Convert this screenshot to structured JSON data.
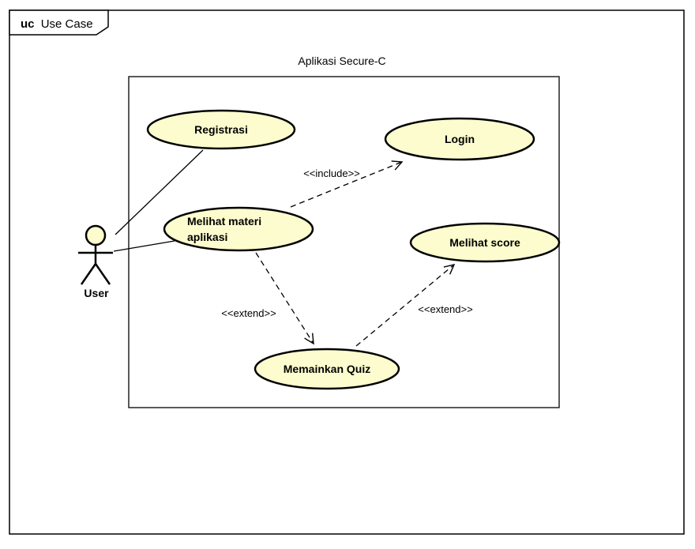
{
  "frame": {
    "keyword": "uc",
    "title": "Use Case"
  },
  "boundary": {
    "title": "Aplikasi Secure-C"
  },
  "actor": {
    "label": "User"
  },
  "use_cases": {
    "registrasi": "Registrasi",
    "login": "Login",
    "materi_line1": "Melihat materi",
    "materi_line2": "aplikasi",
    "score": "Melihat score",
    "quiz": "Memainkan Quiz"
  },
  "relations": {
    "include_label": "<<include>>",
    "extend_label_1": "<<extend>>",
    "extend_label_2": "<<extend>>"
  },
  "colors": {
    "usecase_fill": "#FCFCCE",
    "stroke": "#000000",
    "canvas": "#FFFFFF"
  }
}
